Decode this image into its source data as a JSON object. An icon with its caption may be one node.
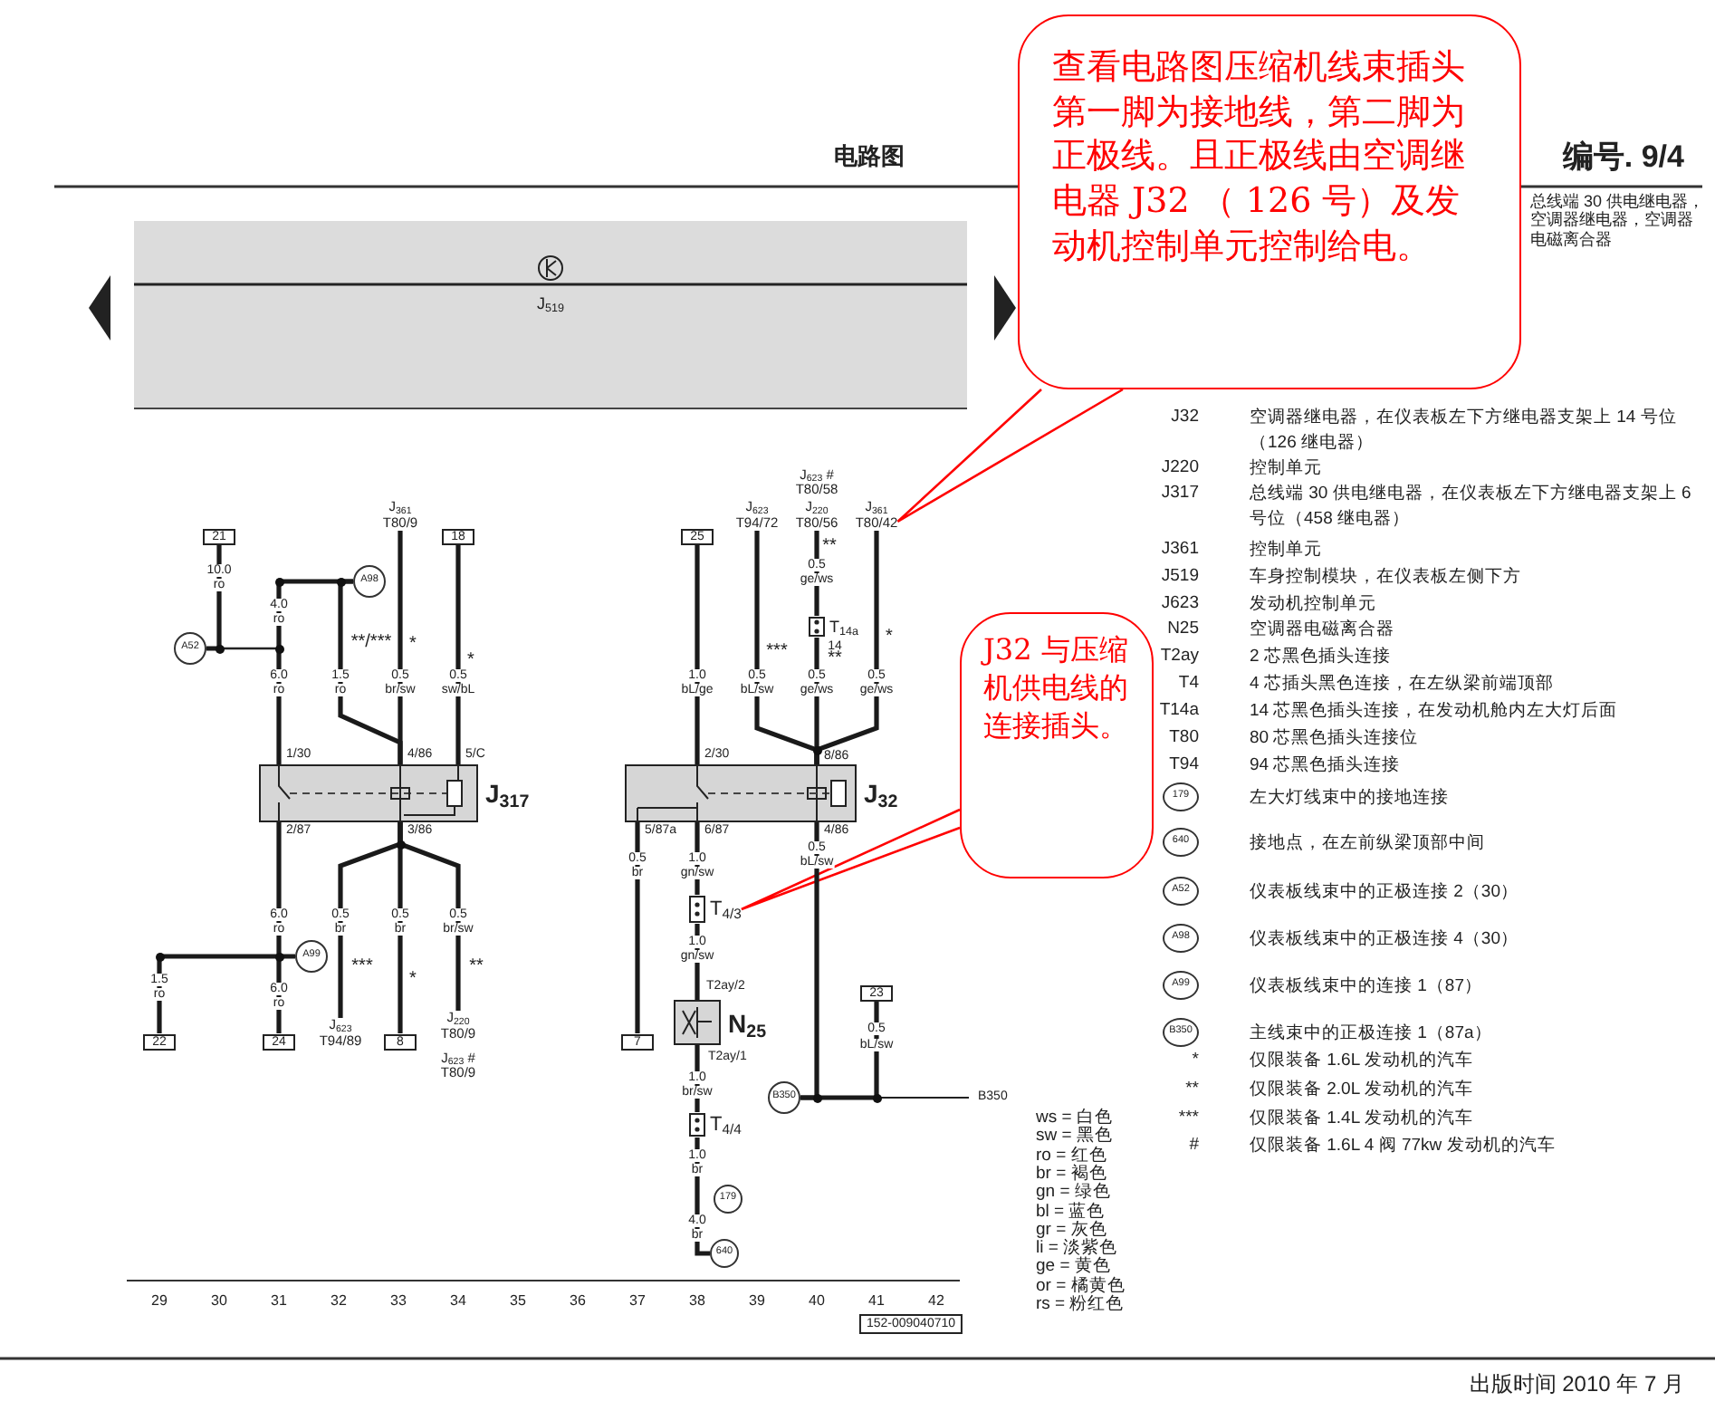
{
  "diagram": {
    "nodes": [
      {
        "text": [
          "查看电路图压缩机线束插头第一脚为接地线，第二脚为正极线。且正极线由空调继电器 J32 （ 126 号）及发动机控制单元控制给电。"
        ]
      },
      {
        "text": [
          "J32 与压缩机供电线的连接插头。"
        ]
      },
      {
        "text": [
          "J$_{317}$"
        ]
      },
      {
        "text": [
          "J$_{32}$"
        ]
      },
      {
        "text": [
          "N$_{25}$"
        ]
      },
      {
        "text": [
          "21"
        ]
      },
      {
        "text": [
          "18"
        ]
      },
      {
        "text": [
          "25"
        ]
      },
      {
        "text": [
          "23"
        ]
      },
      {
        "text": [
          "22"
        ]
      },
      {
        "text": [
          "24"
        ]
      },
      {
        "text": [
          "8"
        ]
      },
      {
        "text": [
          "7"
        ]
      },
      {
        "text": [
          "A52"
        ]
      },
      {
        "text": [
          "A98"
        ]
      },
      {
        "text": [
          "A99"
        ]
      },
      {
        "text": [
          "179"
        ]
      },
      {
        "text": [
          "640"
        ]
      },
      {
        "text": [
          "B350"
        ]
      },
      {
        "text": [
          "J$_{361}$ T80/9"
        ]
      },
      {
        "text": [
          "J$_{623}$ T94/89"
        ]
      },
      {
        "text": [
          "J$_{220}$ T80/9"
        ]
      },
      {
        "text": [
          "J$_{623}$ T94/72"
        ]
      },
      {
        "text": [
          "J$_{220}$ T80/56"
        ]
      },
      {
        "text": [
          "J$_{361}$ T80/42"
        ]
      },
      {
        "text": [
          "T$_{4/3}$"
        ]
      },
      {
        "text": [
          "T$_{4/4}$"
        ]
      },
      {
        "text": [
          "T$_{14a}$"
        ]
      }
    ],
    "edges": [
      {
        "from": 0,
        "to": 24,
        "arrow": "none",
        "color": "#ff0000"
      },
      {
        "from": 1,
        "to": 25,
        "arrow": "none",
        "color": "#ff0000"
      },
      {
        "from": 5,
        "to": 13,
        "arrow": "none"
      },
      {
        "from": 14,
        "to": 2,
        "arrow": "none"
      },
      {
        "from": 14,
        "to": 2,
        "arrow": "none"
      },
      {
        "from": 19,
        "to": 2,
        "arrow": "none"
      },
      {
        "from": 6,
        "to": 2,
        "arrow": "none"
      },
      {
        "from": 2,
        "to": 10,
        "arrow": "none"
      },
      {
        "from": 2,
        "to": 20,
        "arrow": "none"
      },
      {
        "from": 2,
        "to": 11,
        "arrow": "none"
      },
      {
        "from": 2,
        "to": 21,
        "arrow": "none"
      },
      {
        "from": 15,
        "to": 9,
        "arrow": "none"
      },
      {
        "from": 7,
        "to": 3,
        "arrow": "none"
      },
      {
        "from": 22,
        "to": 3,
        "arrow": "none"
      },
      {
        "from": 23,
        "to": 27,
        "arrow": "none"
      },
      {
        "from": 27,
        "to": 3,
        "arrow": "none"
      },
      {
        "from": 24,
        "to": 3,
        "arrow": "none"
      },
      {
        "from": 3,
        "to": 12,
        "arrow": "none"
      },
      {
        "from": 3,
        "to": 25,
        "arrow": "none"
      },
      {
        "from": 25,
        "to": 4,
        "arrow": "none"
      },
      {
        "from": 4,
        "to": 26,
        "arrow": "none"
      },
      {
        "from": 26,
        "to": 17,
        "arrow": "none"
      },
      {
        "from": 3,
        "to": 18,
        "arrow": "none"
      },
      {
        "from": 8,
        "to": 18,
        "arrow": "none"
      }
    ],
    "labels": [
      "电路图",
      "编号. 9/4",
      "总线端 30 供电继电器，空调器继电器，空调器电磁离合器",
      "J$_{519}$",
      "10.0",
      "ro",
      "4.0",
      "ro",
      "**/***",
      "*",
      "*",
      "6.0",
      "ro",
      "1.5",
      "ro",
      "0.5",
      "br/sw",
      "0.5",
      "sw/bL",
      "1/30",
      "4/86",
      "5/C",
      "2/87",
      "3/86",
      "6.0",
      "ro",
      "0.5",
      "br",
      "0.5",
      "br",
      "0.5",
      "br/sw",
      "***",
      "*",
      "**",
      "1.5",
      "ro",
      "6.0",
      "ro",
      "J$_{623}$ #",
      "T80/9",
      "J$_{623}$ #",
      "T80/58",
      "**",
      "0.5",
      "ge/ws",
      "14",
      "**",
      "***",
      "*",
      "1.0",
      "bL/ge",
      "0.5",
      "bL/sw",
      "0.5",
      "ge/ws",
      "0.5",
      "ge/ws",
      "2/30",
      "8/86",
      "5/87a",
      "6/87",
      "4/86",
      "0.5",
      "br",
      "1.0",
      "gn/sw",
      "0.5",
      "bL/sw",
      "1.0",
      "gn/sw",
      "T2ay/2",
      "T2ay/1",
      "1.0",
      "br/sw",
      "0.5",
      "bL/sw",
      "B350",
      "1.0",
      "br",
      "4.0",
      "br",
      "29",
      "30",
      "31",
      "32",
      "33",
      "34",
      "35",
      "36",
      "37",
      "38",
      "39",
      "40",
      "41",
      "42",
      "152-009040710",
      "ws = 白色",
      "sw = 黑色",
      "ro = 红色",
      "br = 褐色",
      "gn = 绿色",
      "bl = 蓝色",
      "gr = 灰色",
      "li = 淡紫色",
      "ge = 黄色",
      "or = 橘黄色",
      "rs = 粉红色",
      "J32",
      "空调器继电器，在仪表板左下方继电器支架上 14 号位（126 继电器）",
      "J220",
      "控制单元",
      "J317",
      "总线端 30 供电继电器，在仪表板左下方继电器支架上 6 号位（458 继电器）",
      "J361",
      "控制单元",
      "J519",
      "车身控制模块，在仪表板左侧下方",
      "J623",
      "发动机控制单元",
      "N25",
      "空调器电磁离合器",
      "T2ay",
      "2 芯黑色插头连接",
      "T4",
      "4 芯插头黑色连接，在左纵梁前端顶部",
      "T14a",
      "14 芯黑色插头连接，在发动机舱内左大灯后面",
      "T80",
      "80 芯黑色插头连接位",
      "T94",
      "94 芯黑色插头连接",
      "179",
      "左大灯线束中的接地连接",
      "640",
      "接地点，在左前纵梁顶部中间",
      "A52",
      "仪表板线束中的正极连接 2（30）",
      "A98",
      "仪表板线束中的正极连接 4（30）",
      "A99",
      "仪表板线束中的连接 1（87）",
      "B350",
      "主线束中的正极连接 1（87a）",
      "*",
      "仅限装备 1.6L 发动机的汽车",
      "**",
      "仅限装备 2.0L 发动机的汽车",
      "***",
      "仅限装备 1.4L 发动机的汽车",
      "#",
      "仅限装备 1.6L 4 阀 77kw 发动机的汽车",
      "出版时间 2010 年 7 月"
    ]
  }
}
